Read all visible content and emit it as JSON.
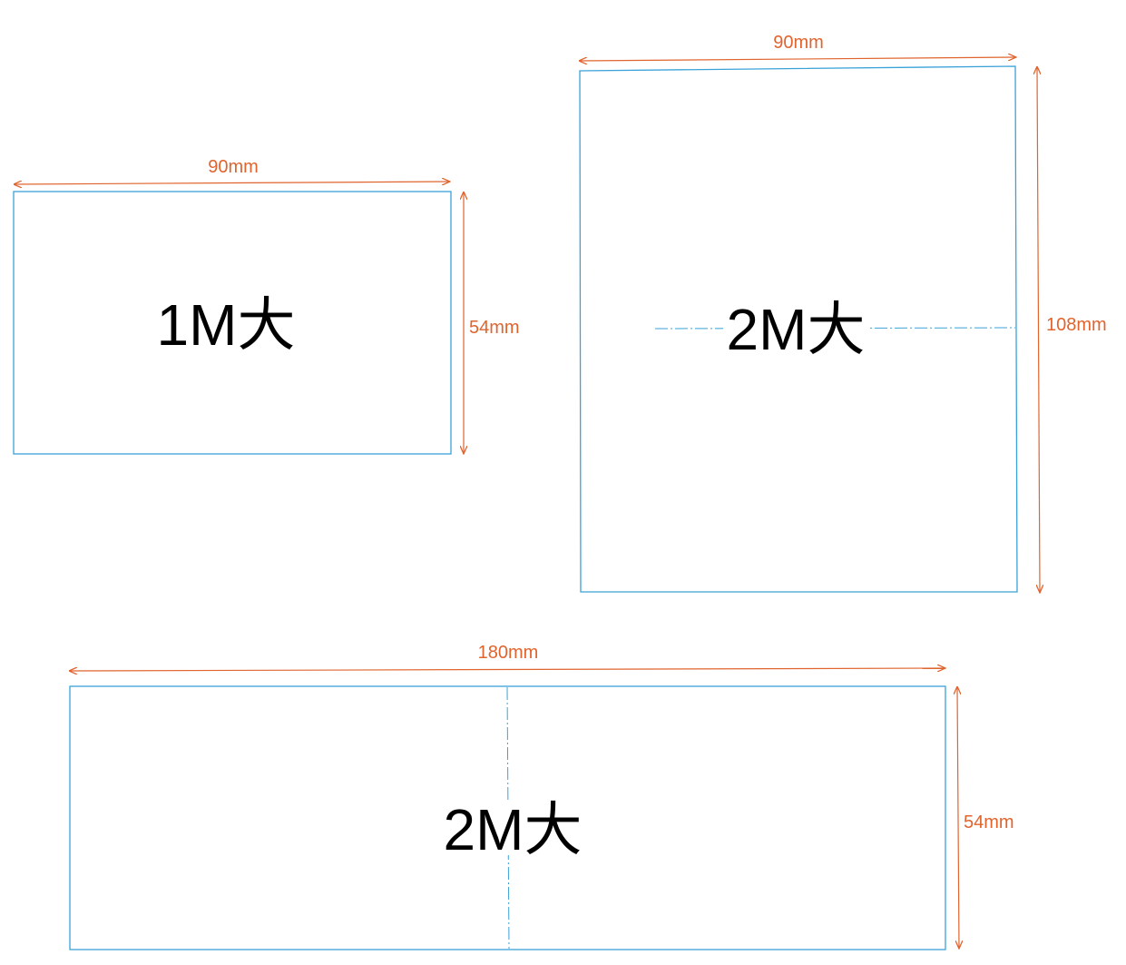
{
  "colors": {
    "card_outline": "#3aa2d8",
    "dimension": "#e0642e",
    "label_text": "#000000",
    "background": "#ffffff"
  },
  "cards": [
    {
      "id": "card-1m",
      "label": "1M大",
      "width_text": "90mm",
      "height_text": "54mm",
      "fold": "none"
    },
    {
      "id": "card-2m-vertical",
      "label": "2M大",
      "width_text": "90mm",
      "height_text": "108mm",
      "fold": "horizontal"
    },
    {
      "id": "card-2m-horizontal",
      "label": "2M大",
      "width_text": "180mm",
      "height_text": "54mm",
      "fold": "vertical"
    }
  ]
}
